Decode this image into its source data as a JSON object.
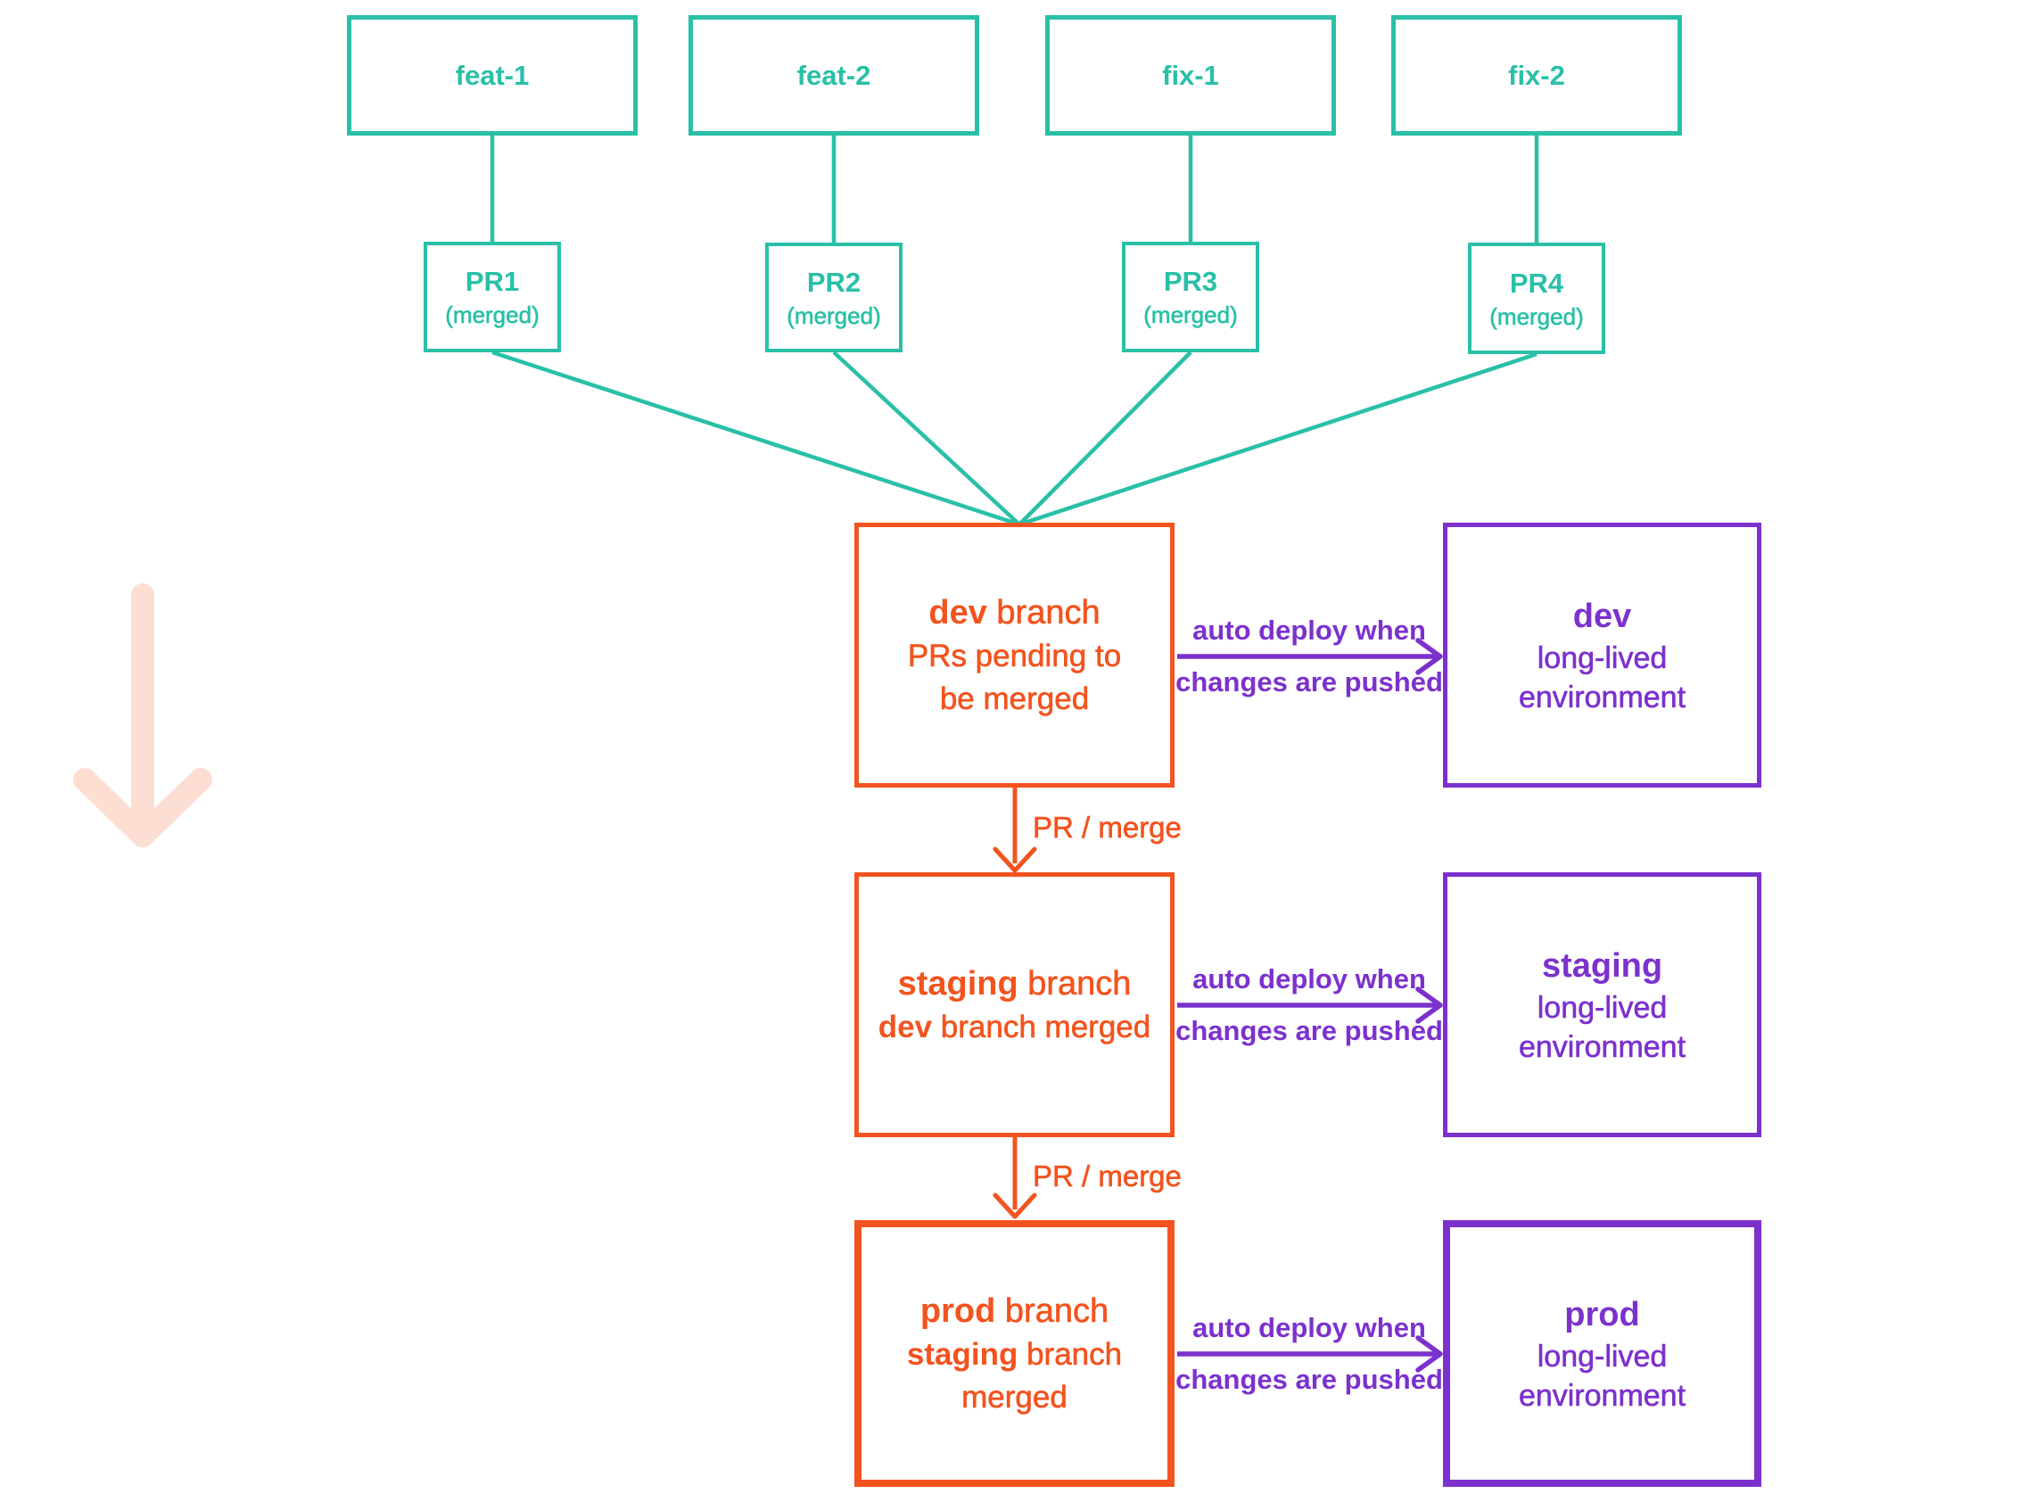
{
  "colors": {
    "teal": "#29c0a7",
    "orange": "#f3531e",
    "purple": "#7c31cd",
    "pink": "#fcded3"
  },
  "feature_branches": [
    "feat-1",
    "feat-2",
    "fix-1",
    "fix-2"
  ],
  "pull_requests": [
    {
      "name": "PR1",
      "status": "(merged)"
    },
    {
      "name": "PR2",
      "status": "(merged)"
    },
    {
      "name": "PR3",
      "status": "(merged)"
    },
    {
      "name": "PR4",
      "status": "(merged)"
    }
  ],
  "rows": [
    {
      "branch_box": {
        "keyword": "dev",
        "suffix": " branch",
        "detail": [
          {
            "bold": "",
            "text": "PRs pending to"
          },
          {
            "bold": "",
            "text": "be merged"
          }
        ]
      },
      "deploy_label": [
        "auto deploy when",
        "changes are pushed"
      ],
      "env_box": {
        "keyword": "dev",
        "lines": [
          "long-lived",
          "environment"
        ]
      }
    },
    {
      "branch_box": {
        "keyword": "staging",
        "suffix": " branch",
        "detail": [
          {
            "bold": "dev",
            "text": " branch merged"
          }
        ]
      },
      "deploy_label": [
        "auto deploy when",
        "changes are pushed"
      ],
      "env_box": {
        "keyword": "staging",
        "lines": [
          "long-lived",
          "environment"
        ]
      }
    },
    {
      "branch_box": {
        "keyword": "prod",
        "suffix": " branch",
        "detail": [
          {
            "bold": "staging",
            "text": " branch"
          },
          {
            "bold": "",
            "text": "merged"
          }
        ]
      },
      "deploy_label": [
        "auto deploy when",
        "changes are pushed"
      ],
      "env_box": {
        "keyword": "prod",
        "lines": [
          "long-lived",
          "environment"
        ]
      }
    }
  ],
  "merge_labels": [
    "PR / merge",
    "PR / merge"
  ],
  "icons": {
    "timeline_arrow": "down-arrow"
  }
}
